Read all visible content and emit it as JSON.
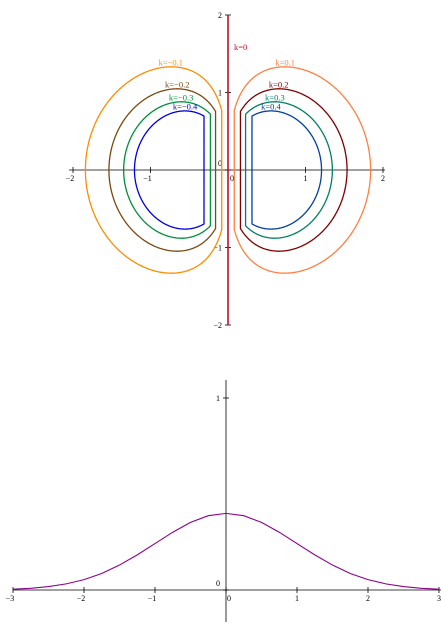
{
  "chart_data": [
    {
      "type": "contour",
      "xlim": [
        -2,
        2
      ],
      "ylim": [
        -2,
        2
      ],
      "x_ticks": [
        {
          "value": -2,
          "label": "−2"
        },
        {
          "value": -1,
          "label": "−1"
        },
        {
          "value": 0,
          "label": "0"
        },
        {
          "value": 1,
          "label": "1"
        },
        {
          "value": 2,
          "label": "2"
        }
      ],
      "y_ticks": [
        {
          "value": -2,
          "label": "−2"
        },
        {
          "value": -1,
          "label": "−1"
        },
        {
          "value": 0,
          "label": "0"
        },
        {
          "value": 1,
          "label": "1"
        },
        {
          "value": 2,
          "label": "2"
        }
      ],
      "grid": false,
      "series": [
        {
          "label": "k=0",
          "k": 0,
          "color": "#c0102a"
        },
        {
          "label": "k=−0.1",
          "k": -0.1,
          "color": "#ff8c00"
        },
        {
          "label": "k=−0.2",
          "k": -0.2,
          "color": "#7a4a10"
        },
        {
          "label": "k=−0.3",
          "k": -0.3,
          "color": "#008f3a"
        },
        {
          "label": "k=−0.4",
          "k": -0.4,
          "color": "#0000e0"
        },
        {
          "label": "k=0.1",
          "k": 0.1,
          "color": "#ff8040"
        },
        {
          "label": "k=0.2",
          "k": 0.2,
          "color": "#800000"
        },
        {
          "label": "k=0.3",
          "k": 0.3,
          "color": "#008060"
        },
        {
          "label": "k=0.4",
          "k": 0.4,
          "color": "#0040a0"
        }
      ]
    },
    {
      "type": "line",
      "xlim": [
        -3,
        3
      ],
      "ylim": [
        0,
        1
      ],
      "x_ticks": [
        {
          "value": -3,
          "label": "−3"
        },
        {
          "value": -2,
          "label": "−2"
        },
        {
          "value": -1,
          "label": "−1"
        },
        {
          "value": 0,
          "label": "0"
        },
        {
          "value": 1,
          "label": "1"
        },
        {
          "value": 2,
          "label": "2"
        },
        {
          "value": 3,
          "label": "3"
        }
      ],
      "y_ticks": [
        {
          "value": 0,
          "label": "0"
        },
        {
          "value": 1,
          "label": "1"
        }
      ],
      "grid": false,
      "series": [
        {
          "color": "#8b008b",
          "x": [
            -3,
            -2.75,
            -2.5,
            -2.25,
            -2,
            -1.75,
            -1.5,
            -1.25,
            -1,
            -0.75,
            -0.5,
            -0.25,
            0,
            0.25,
            0.5,
            0.75,
            1,
            1.25,
            1.5,
            1.75,
            2,
            2.25,
            2.5,
            2.75,
            3
          ],
          "y": [
            0.004,
            0.009,
            0.018,
            0.032,
            0.054,
            0.086,
            0.13,
            0.183,
            0.242,
            0.301,
            0.352,
            0.387,
            0.399,
            0.387,
            0.352,
            0.301,
            0.242,
            0.183,
            0.13,
            0.086,
            0.054,
            0.032,
            0.018,
            0.009,
            0.004
          ]
        }
      ]
    }
  ]
}
